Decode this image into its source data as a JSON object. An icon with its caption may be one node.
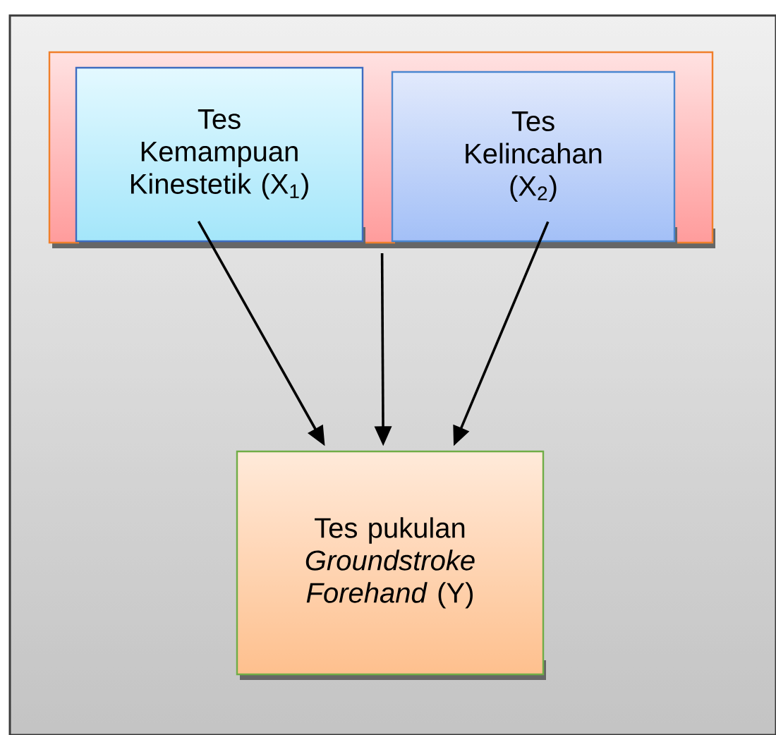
{
  "diagram": {
    "nodes": [
      {
        "text": [],
        "shape": "box"
      },
      {
        "text": [],
        "shape": "box",
        "in": 0
      },
      {
        "text": [
          "Tes Kemampuan Kinestetik (X$_{1}$)"
        ],
        "in": 1
      },
      {
        "text": [
          "Tes Kelincahan (X$_{2}$)"
        ],
        "in": 1
      },
      {
        "text": [
          "Tes pukulan *Groundstroke Forehand* (Y)"
        ],
        "in": 0
      }
    ],
    "edges": [
      {
        "from": 2,
        "to": 4,
        "arrow": "to"
      },
      {
        "from": 1,
        "to": 4,
        "arrow": "to"
      },
      {
        "from": 3,
        "to": 4,
        "arrow": "to"
      }
    ]
  }
}
